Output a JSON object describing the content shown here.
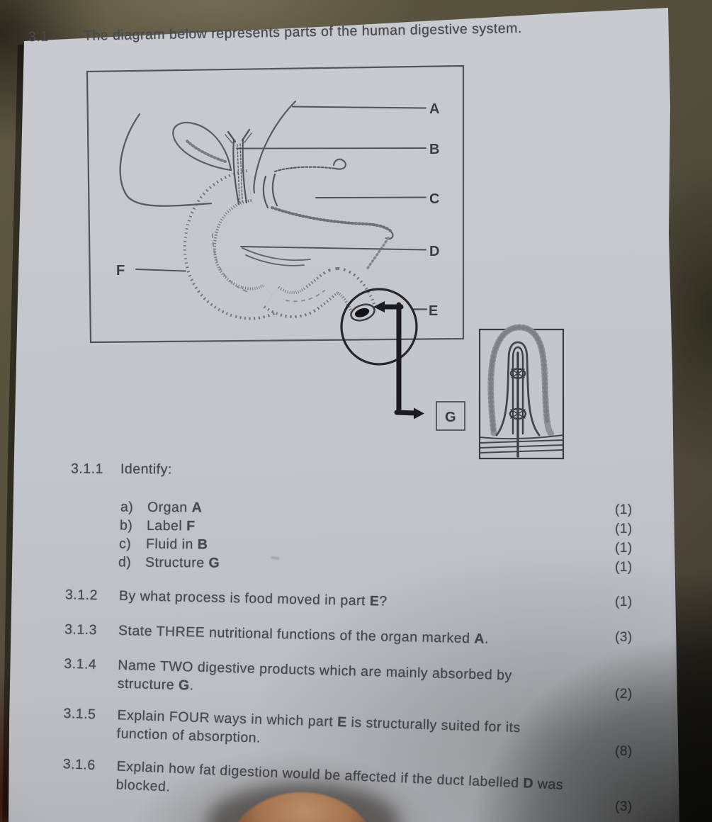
{
  "header": {
    "number": "3.1",
    "text": "The diagram below represents parts of the human digestive system."
  },
  "diagram": {
    "labels": {
      "a": "A",
      "b": "B",
      "c": "C",
      "d": "D",
      "e": "E",
      "f": "F",
      "g": "G"
    }
  },
  "questions": {
    "q311": {
      "number": "3.1.1",
      "text": "Identify:",
      "items": [
        {
          "letter": "a)",
          "pre": "Organ ",
          "bold": "A",
          "post": "",
          "mark": "(1)"
        },
        {
          "letter": "b)",
          "pre": "Label ",
          "bold": "F",
          "post": "",
          "mark": "(1)"
        },
        {
          "letter": "c)",
          "pre": "Fluid in ",
          "bold": "B",
          "post": "",
          "mark": "(1)"
        },
        {
          "letter": "d)",
          "pre": "Structure ",
          "bold": "G",
          "post": "",
          "mark": "(1)"
        }
      ]
    },
    "q312": {
      "number": "3.1.2",
      "pre": "By what process is food moved in part ",
      "bold": "E",
      "post": "?",
      "mark": "(1)"
    },
    "q313": {
      "number": "3.1.3",
      "pre": "State THREE nutritional functions of the organ marked ",
      "bold": "A",
      "post": ".",
      "mark": "(3)"
    },
    "q314": {
      "number": "3.1.4",
      "pre": "Name TWO digestive products which are mainly absorbed by\nstructure ",
      "bold": "G",
      "post": ".",
      "mark": "(2)"
    },
    "q315": {
      "number": "3.1.5",
      "pre": "Explain FOUR ways in which part ",
      "bold": "E",
      "post": " is structurally suited for its\nfunction of absorption.",
      "mark": "(8)"
    },
    "q316": {
      "number": "3.1.6",
      "pre": "Explain how fat digestion would be affected if the duct labelled ",
      "bold": "D",
      "post": " was\nblocked.",
      "mark": "(3)"
    }
  },
  "colors": {
    "paper": "#c4c7cc",
    "ink": "#474850",
    "sketch": "#54555a",
    "background_table": "#55503c"
  }
}
